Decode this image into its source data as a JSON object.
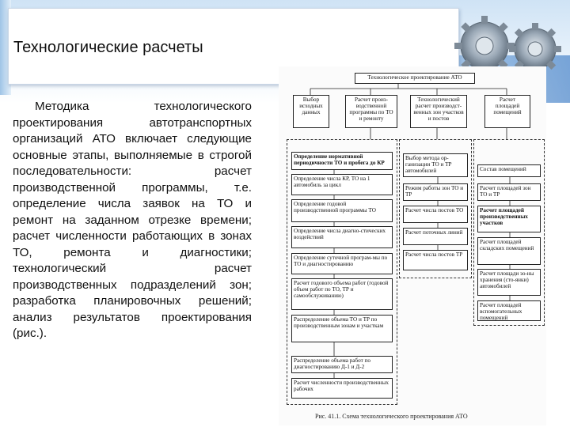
{
  "slide": {
    "title": "Технологические расчеты",
    "body": "Методика технологического проектирования автотранспортных организаций АТО включает следующие основные этапы, выполняемые в строгой последовательности: расчет производственной программы, т.е. определение числа заявок на ТО и ремонт на заданном отрезке времени; расчет численности работающих в зонах ТО, ремонта и диагностики; технологический расчет производственных подразделений зон; разработка планировочных решений; анализ результатов проектирования (рис.)."
  },
  "figure": {
    "root": "Технологическое проектирование АТО",
    "level1": [
      "Выбор исходных данных",
      "Расчет произ-водственной программы по ТО и ремонту",
      "Технологический расчет производст-венных зон участков и постов",
      "Расчет площадей помещений"
    ],
    "col_program": [
      "Определение нормативной периодичности ТО и пробега до КР",
      "Определение числа КР, ТО на 1 автомобиль за цикл",
      "Определение годовой производственной программы ТО",
      "Определение числа диагно-стических воздействий",
      "Определение суточной програм-мы по ТО и диагностированию",
      "Расчет годового объема работ (годовой объем работ по ТО, ТР и самообслуживанию)",
      "Распределение объема ТО и ТР по производственным зонам и участкам",
      "Распределение объема работ по диагностированию Д-1 и Д-2",
      "Расчет численности производственных рабочих"
    ],
    "col_zones": [
      "Выбор метода ор-ганизации ТО и ТР автомобилей",
      "Режим работы зон ТО и ТР",
      "Расчет числа постов ТО",
      "Расчет поточных линий",
      "Расчет числа постов ТР"
    ],
    "col_areas": [
      "Состав помещений",
      "Расчет площадей зон ТО и ТР",
      "Расчет площадей производственных участков",
      "Расчет площадей складских помещений",
      "Расчет площади зо-ны хранения (сто-янки) автомобилей",
      "Расчет площадей вспомогательных помещений"
    ],
    "caption": "Рис. 41.1. Схема технологического проектирования АТО"
  }
}
